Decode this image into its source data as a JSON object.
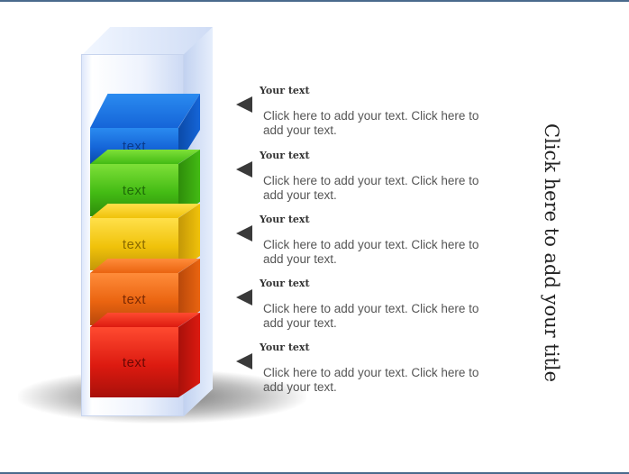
{
  "slide": {
    "title": "Click here to add your title"
  },
  "column": {
    "blocks": [
      {
        "label": "text",
        "color_face": "#1565d8",
        "color_top": "#2a8bf0",
        "color_side": "#0b4aa8",
        "text_color": "#0a3a8a"
      },
      {
        "label": "text",
        "color_face": "#43bb14",
        "color_top": "#7ee038",
        "color_side": "#2e8c0a",
        "text_color": "#1f6a08"
      },
      {
        "label": "text",
        "color_face": "#f0c20a",
        "color_top": "#ffe04a",
        "color_side": "#c49708",
        "text_color": "#8a6a00"
      },
      {
        "label": "text",
        "color_face": "#ea6410",
        "color_top": "#ff8c3a",
        "color_side": "#b8480a",
        "text_color": "#7a2a04"
      },
      {
        "label": "text",
        "color_face": "#dc1a10",
        "color_top": "#ff4a30",
        "color_side": "#a8100a",
        "text_color": "#6a0804"
      }
    ]
  },
  "items": [
    {
      "heading": "Your text",
      "body": "Click here to add your text.  Click here to add your text."
    },
    {
      "heading": "Your text",
      "body": "Click here to add your text.  Click here to add your text."
    },
    {
      "heading": "Your text",
      "body": "Click here to add your text.  Click here to add your text."
    },
    {
      "heading": "Your text",
      "body": "Click here to add your text.  Click here to add your text."
    },
    {
      "heading": "Your text",
      "body": "Click here to add your text.  Click here to add your text."
    }
  ]
}
